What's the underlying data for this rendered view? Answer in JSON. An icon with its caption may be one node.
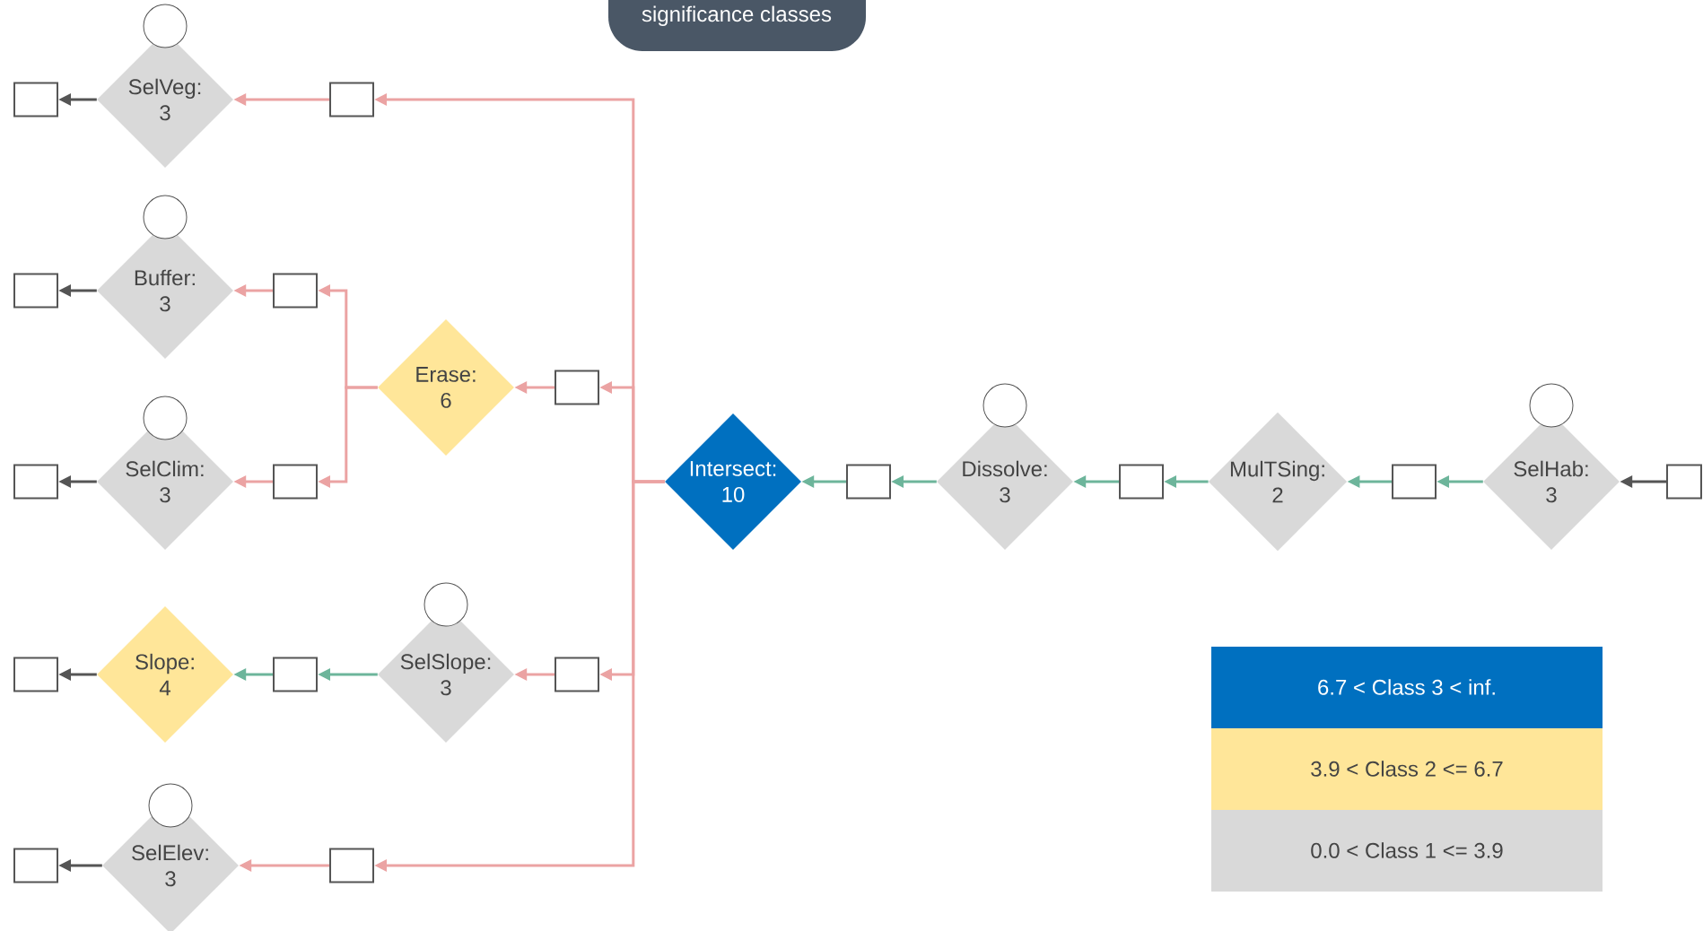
{
  "diagram": {
    "title": "significance classes",
    "nodes": [
      {
        "text": [],
        "shape": "circle"
      },
      {
        "text": [],
        "shape": "box"
      },
      {
        "text": [
          "SelVeg:",
          "3"
        ]
      },
      {
        "text": [],
        "shape": "box"
      },
      {
        "text": [],
        "shape": "circle"
      },
      {
        "text": [],
        "shape": "box"
      },
      {
        "text": [
          "Buffer:",
          "3"
        ]
      },
      {
        "text": [],
        "shape": "box"
      },
      {
        "text": [
          "Erase:",
          "6"
        ]
      },
      {
        "text": [],
        "shape": "box"
      },
      {
        "text": [],
        "shape": "circle"
      },
      {
        "text": [],
        "shape": "box"
      },
      {
        "text": [
          "SelClim:",
          "3"
        ]
      },
      {
        "text": [],
        "shape": "box"
      },
      {
        "text": [
          "Intersect:",
          "10"
        ]
      },
      {
        "text": [],
        "shape": "box"
      },
      {
        "text": [],
        "shape": "circle"
      },
      {
        "text": [
          "Dissolve:",
          "3"
        ]
      },
      {
        "text": [],
        "shape": "box"
      },
      {
        "text": [
          "MulTSing:",
          "2"
        ]
      },
      {
        "text": [],
        "shape": "box"
      },
      {
        "text": [],
        "shape": "circle"
      },
      {
        "text": [
          "SelHab:",
          "3"
        ]
      },
      {
        "text": [],
        "shape": "box"
      },
      {
        "text": [],
        "shape": "box"
      },
      {
        "text": [
          "Slope:",
          "4"
        ]
      },
      {
        "text": [],
        "shape": "box"
      },
      {
        "text": [],
        "shape": "circle"
      },
      {
        "text": [
          "SelSlope:",
          "3"
        ]
      },
      {
        "text": [],
        "shape": "box"
      },
      {
        "text": [],
        "shape": "box"
      },
      {
        "text": [],
        "shape": "circle"
      },
      {
        "text": [
          "SelElev:",
          "3"
        ]
      },
      {
        "text": [],
        "shape": "box"
      }
    ],
    "edges": [
      {
        "from": 14,
        "to": 3,
        "arrow": "to"
      },
      {
        "from": 3,
        "to": 2,
        "arrow": "to"
      },
      {
        "from": 2,
        "to": 1,
        "arrow": "to",
        "color": "#555555"
      },
      {
        "from": 14,
        "to": 9,
        "arrow": "to"
      },
      {
        "from": 9,
        "to": 8,
        "arrow": "to"
      },
      {
        "from": 8,
        "to": 7,
        "arrow": "to"
      },
      {
        "from": 8,
        "to": 13,
        "arrow": "to"
      },
      {
        "from": 7,
        "to": 6,
        "arrow": "to"
      },
      {
        "from": 6,
        "to": 5,
        "arrow": "to",
        "color": "#555555"
      },
      {
        "from": 13,
        "to": 12,
        "arrow": "to"
      },
      {
        "from": 12,
        "to": 11,
        "arrow": "to",
        "color": "#555555"
      },
      {
        "from": 14,
        "to": 29,
        "arrow": "to"
      },
      {
        "from": 29,
        "to": 28,
        "arrow": "to"
      },
      {
        "from": 28,
        "to": 26,
        "arrow": "to",
        "color": "#6db59b"
      },
      {
        "from": 26,
        "to": 25,
        "arrow": "to",
        "color": "#6db59b"
      },
      {
        "from": 25,
        "to": 24,
        "arrow": "to",
        "color": "#555555"
      },
      {
        "from": 14,
        "to": 33,
        "arrow": "to"
      },
      {
        "from": 33,
        "to": 32,
        "arrow": "to"
      },
      {
        "from": 32,
        "to": 30,
        "arrow": "to",
        "color": "#555555"
      },
      {
        "from": 15,
        "to": 14,
        "arrow": "to",
        "color": "#6db59b"
      },
      {
        "from": 17,
        "to": 15,
        "arrow": "to",
        "color": "#6db59b"
      },
      {
        "from": 18,
        "to": 17,
        "arrow": "to",
        "color": "#6db59b"
      },
      {
        "from": 19,
        "to": 18,
        "arrow": "to",
        "color": "#6db59b"
      },
      {
        "from": 20,
        "to": 19,
        "arrow": "to",
        "color": "#6db59b"
      },
      {
        "from": 22,
        "to": 20,
        "arrow": "to",
        "color": "#6db59b"
      },
      {
        "from": 23,
        "to": 22,
        "arrow": "to",
        "color": "#555555"
      }
    ],
    "legend": [
      {
        "text": "6.7 < Class 3 <   inf.",
        "color": "#0070c0"
      },
      {
        "text": "3.9 < Class 2 <= 6.7",
        "color": "#ffe699"
      },
      {
        "text": "0.0 < Class 1 <= 3.9",
        "color": "#d9d9d9"
      }
    ]
  }
}
